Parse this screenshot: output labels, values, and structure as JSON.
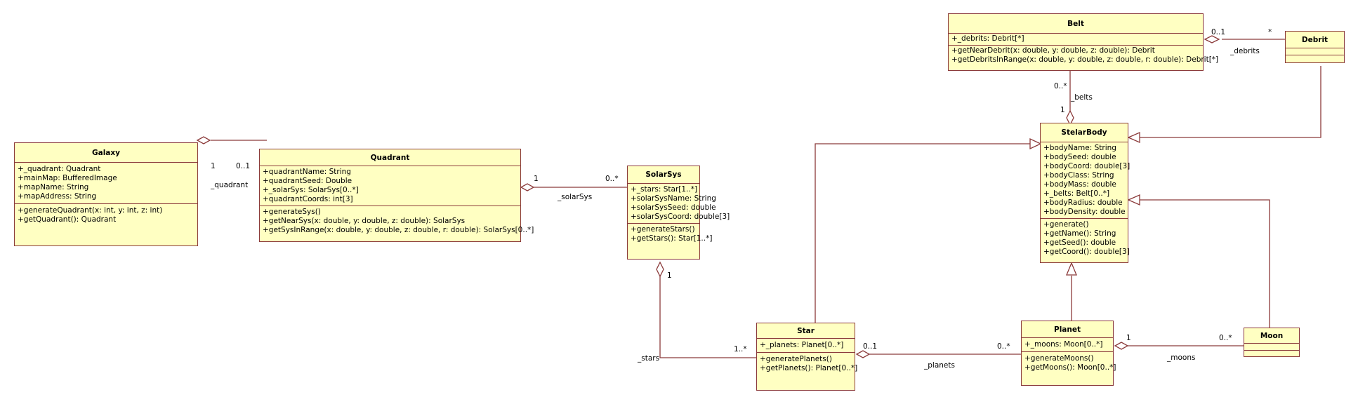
{
  "classes": {
    "belt": {
      "name": "Belt",
      "attributes": [
        "+_debrits: Debrit[*]"
      ],
      "operations": [
        "+getNearDebrit(x: double, y: double, z: double): Debrit",
        "+getDebritsInRange(x: double, y: double, z: double, r: double): Debrit[*]"
      ]
    },
    "debrit": {
      "name": "Debrit",
      "attributes": [],
      "operations": []
    },
    "galaxy": {
      "name": "Galaxy",
      "attributes": [
        "+_quadrant: Quadrant",
        "+mainMap: BufferedImage",
        "+mapName: String",
        "+mapAddress: String"
      ],
      "operations": [
        "+generateQuadrant(x: int, y: int, z: int)",
        "+getQuadrant(): Quadrant"
      ]
    },
    "quadrant": {
      "name": "Quadrant",
      "attributes": [
        "+quadrantName: String",
        "+quadrantSeed: Double",
        "+_solarSys: SolarSys[0..*]",
        "+quadrantCoords: int[3]"
      ],
      "operations": [
        "+generateSys()",
        "+getNearSys(x: double, y: double, z: double): SolarSys",
        "+getSysInRange(x: double, y: double, z: double, r: double): SolarSys[0..*]"
      ]
    },
    "solarsys": {
      "name": "SolarSys",
      "attributes": [
        "+_stars: Star[1..*]",
        "+solarSysName: String",
        "+solarSysSeed: double",
        "+solarSysCoord: double[3]"
      ],
      "operations": [
        "+generateStars()",
        "+getStars(): Star[1..*]"
      ]
    },
    "stelarbody": {
      "name": "StelarBody",
      "attributes": [
        "+bodyName: String",
        "+bodySeed: double",
        "+bodyCoord: double[3]",
        "+bodyClass: String",
        "+bodyMass: double",
        "+_belts: Belt[0..*]",
        "+bodyRadius: double",
        "+bodyDensity: double"
      ],
      "operations": [
        "+generate()",
        "+getName(): String",
        "+getSeed(): double",
        "+getCoord(): double[3]"
      ]
    },
    "star": {
      "name": "Star",
      "attributes": [
        "+_planets: Planet[0..*]"
      ],
      "operations": [
        "+generatePlanets()",
        "+getPlanets(): Planet[0..*]"
      ]
    },
    "planet": {
      "name": "Planet",
      "attributes": [
        "+_moons: Moon[0..*]"
      ],
      "operations": [
        "+generateMoons()",
        "+getMoons(): Moon[0..*]"
      ]
    },
    "moon": {
      "name": "Moon",
      "attributes": [],
      "operations": []
    }
  },
  "labels": {
    "galaxy_quadrant_src": "1",
    "galaxy_quadrant_dst": "0..1",
    "galaxy_quadrant_role": "_quadrant",
    "quadrant_solarsys_src": "1",
    "quadrant_solarsys_dst": "0..*",
    "quadrant_solarsys_role": "_solarSys",
    "solarsys_star_src": "1",
    "solarsys_star_dst": "1..*",
    "solarsys_star_role": "_stars",
    "star_planet_src": "0..1",
    "star_planet_dst": "0..*",
    "star_planet_role": "_planets",
    "planet_moon_src": "1",
    "planet_moon_dst": "0..*",
    "planet_moon_role": "_moons",
    "belt_debrit_src": "0..1",
    "belt_debrit_dst": "*",
    "belt_debrit_role": "_debrits",
    "stelar_belt_src": "1",
    "stelar_belt_dst": "0..*",
    "stelar_belt_role": "_belts"
  },
  "colors": {
    "fill": "#ffffc2",
    "stroke": "#8b3a3a"
  }
}
